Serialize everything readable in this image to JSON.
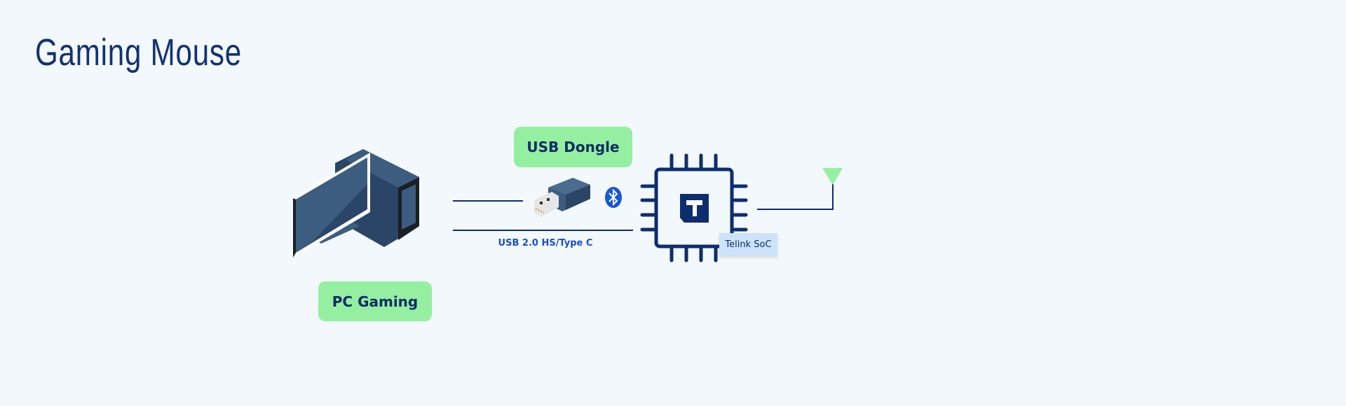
{
  "page": {
    "title": "Gaming Mouse"
  },
  "diagram": {
    "nodes": {
      "pc": {
        "label": "PC Gaming",
        "icon": "desktop-computer-icon"
      },
      "dongle": {
        "label": "USB Dongle",
        "icon": "usb-dongle-icon"
      },
      "soc": {
        "label": "Telink SoC",
        "icon": "chip-icon"
      }
    },
    "connections": {
      "wired_label": "USB 2.0 HS/Type C",
      "wireless_icon": "bluetooth-icon"
    },
    "colors": {
      "accent_green": "#94f0a0",
      "navy": "#0d2e6e",
      "label_blue": "#1a4fc9"
    }
  }
}
